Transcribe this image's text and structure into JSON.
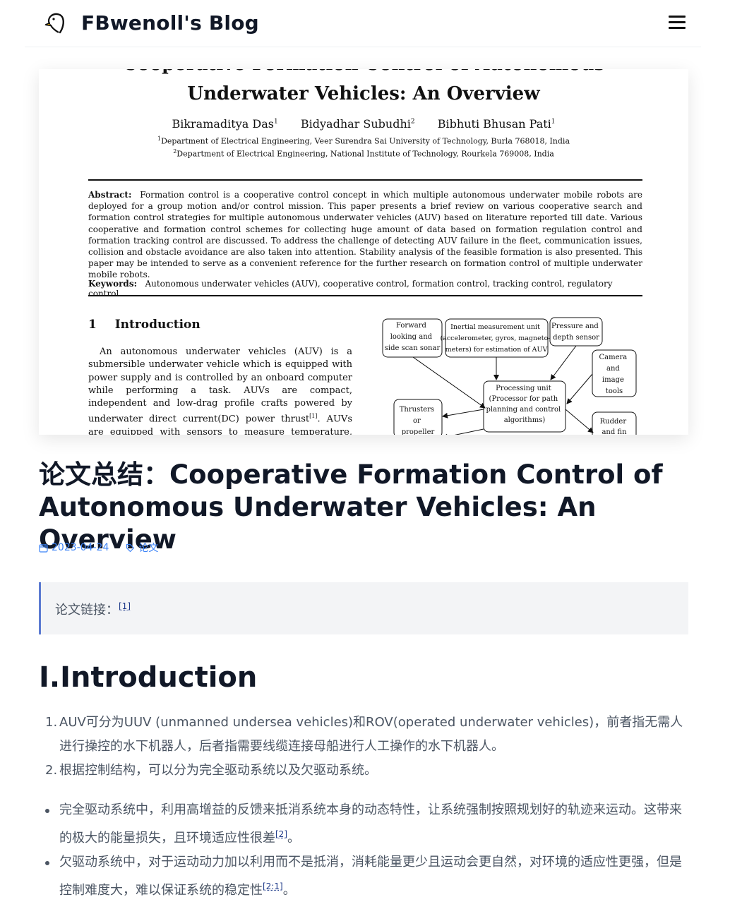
{
  "header": {
    "site_title": "FBwenoll's Blog",
    "logo_icon": "penguin-bird-icon",
    "menu_icon": "hamburger-menu-icon"
  },
  "cover": {
    "title_line1": "Cooperative Formation Control of Autonomous",
    "title_line2": "Underwater Vehicles: An Overview",
    "authors": [
      {
        "name": "Bikramaditya Das",
        "sup": "1"
      },
      {
        "name": "Bidyadhar Subudhi",
        "sup": "2"
      },
      {
        "name": "Bibhuti Bhusan Pati",
        "sup": "1"
      }
    ],
    "affiliations": [
      {
        "sup": "1",
        "text": "Department of Electrical Engineering, Veer Surendra Sai University of Technology, Burla 768018, India"
      },
      {
        "sup": "2",
        "text": "Department of Electrical Engineering, National Institute of Technology, Rourkela 769008, India"
      }
    ],
    "abstract_label": "Abstract:",
    "abstract_text": "Formation control is a cooperative control concept in which multiple autonomous underwater mobile robots are deployed for a group motion and/or control mission. This paper presents a brief review on various cooperative search and formation control strategies for multiple autonomous underwater vehicles (AUV) based on literature reported till date. Various cooperative and formation control schemes for collecting huge amount of data based on formation regulation control and formation tracking control are discussed. To address the challenge of detecting AUV failure in the fleet, communication issues, collision and obstacle avoidance are also taken into attention. Stability analysis of the feasible formation is also presented. This paper may be intended to serve as a convenient reference for the further research on formation control of multiple underwater mobile robots.",
    "keywords_label": "Keywords:",
    "keywords_text": "Autonomous underwater vehicles (AUV), cooperative control, formation control, tracking control, regulatory control.",
    "intro_number": "1",
    "intro_heading": "Introduction",
    "intro_text_a": "An autonomous underwater vehicles (AUV) is a submersible underwater vehicle which is equipped with power supply and is controlled by an onboard computer while performing a task. AUVs are compact, independent and low-drag profile crafts powered by underwater direct current(DC) power thrust",
    "intro_ref": "[1]",
    "intro_text_b": ". AUVs are equipped with sensors to measure temperature, salinity, and pollutant concentra-",
    "diagram": {
      "forward": [
        "Forward",
        "looking and",
        "side scan sonar"
      ],
      "imu": [
        "Inertial measurement unit",
        "(accelerometer, gyros, magneto-",
        "meters) for estimation of AUV"
      ],
      "pressure": [
        "Pressure and",
        "depth sensor"
      ],
      "camera": [
        "Camera",
        "and",
        "image",
        "tools"
      ],
      "processing": [
        "Processing unit",
        "(Processor for path",
        "planning and control",
        "algorithms)"
      ],
      "thrusters": [
        "Thrusters",
        "or",
        "propeller"
      ],
      "rudder": [
        "Rudder",
        "and fin"
      ]
    }
  },
  "post": {
    "title": "论文总结：Cooperative Formation Control of Autonomous Underwater Vehicles: An Overview",
    "date": "2023-04-24",
    "tag": "论文",
    "quote_label": "论文链接：",
    "quote_ref": "[1]",
    "section_heading": "I.Introduction",
    "ordered_list": [
      {
        "marker": "1.",
        "text": "AUV可分为UUV (unmanned undersea vehicles)和ROV(operated underwater vehicles)，前者指无需人进行操控的水下机器人，后者指需要线缆连接母船进行人工操作的水下机器人。"
      },
      {
        "marker": "2.",
        "text": "根据控制结构，可以分为完全驱动系统以及欠驱动系统。"
      }
    ],
    "bullet_list": [
      {
        "text": "完全驱动系统中，利用高增益的反馈来抵消系统本身的动态特性，让系统强制按照规划好的轨迹来运动。这带来的极大的能量损失，且环境适应性很差",
        "ref": "[2]",
        "tail": "。"
      },
      {
        "text": "欠驱动系统中，对于运动动力加以利用而不是抵消，消耗能量更少且运动会更自然，对环境的适应性更强，但是控制难度大，难以保证系统的稳定性",
        "ref": "[2:1]",
        "tail": "。"
      }
    ]
  }
}
